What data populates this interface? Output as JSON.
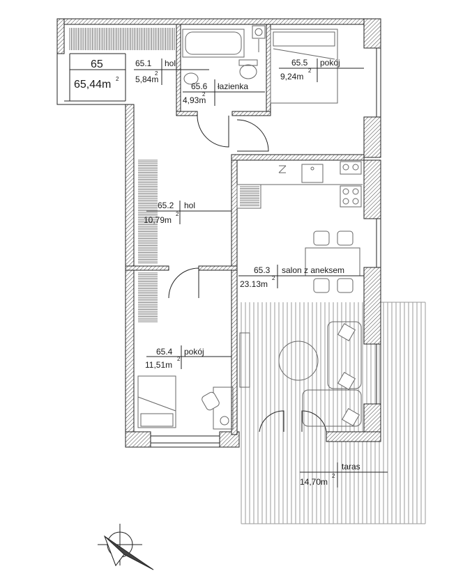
{
  "apartment": {
    "number": "65",
    "area": "65,44m",
    "area_sup": "2"
  },
  "rooms": [
    {
      "id": "65.1",
      "name": "hol",
      "area": "5,84m",
      "sup": "2"
    },
    {
      "id": "65.6",
      "name": "łazienka",
      "area": "4,93m",
      "sup": "2"
    },
    {
      "id": "65.5",
      "name": "pokój",
      "area": "9,24m",
      "sup": "2"
    },
    {
      "id": "65.2",
      "name": "hol",
      "area": "10,79m",
      "sup": "2"
    },
    {
      "id": "65.3",
      "name": "salon z aneksem",
      "area": "23.13m",
      "sup": "2"
    },
    {
      "id": "65.4",
      "name": "pokój",
      "area": "11,51m",
      "sup": "2"
    }
  ],
  "terrace": {
    "name": "taras",
    "area": "14,70m",
    "sup": "2"
  },
  "colors": {
    "line": "#222222",
    "furniture": "#666666",
    "hatch": "#444444"
  },
  "icons": {
    "compass": "north-arrow-icon"
  }
}
